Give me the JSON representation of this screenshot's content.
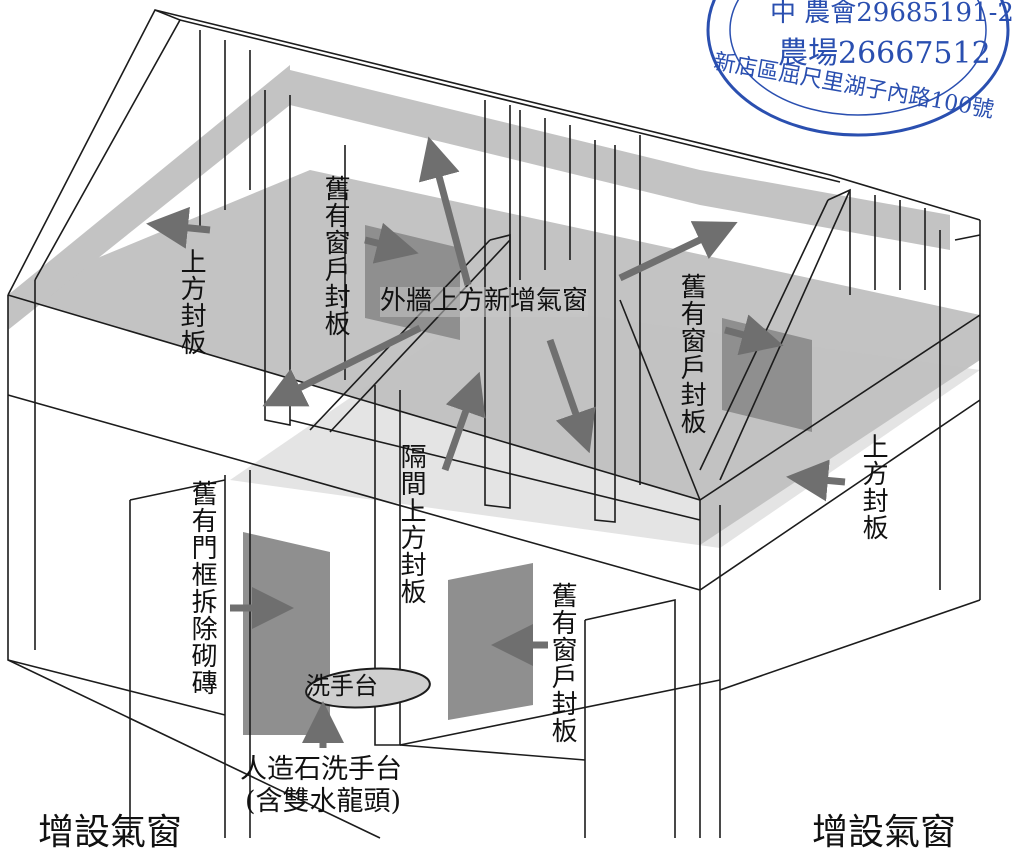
{
  "labels": {
    "top_cover_left": "上方封板",
    "old_window_left": "舊有窗戶封板",
    "new_vent": "外牆上方新增氣窗",
    "old_window_right": "舊有窗戶封板",
    "top_cover_right": "上方封板",
    "old_door": "舊有門框拆除砌磚",
    "partition_cover": "隔間上方封板",
    "old_window_center": "舊有窗戶封板",
    "sink_small": "洗手台",
    "sink_caption_1": "人造石洗手台",
    "sink_caption_2": "(含雙水龍頭)",
    "bottom_left": "增設氣窗",
    "bottom_right": "增設氣窗"
  },
  "stamp": {
    "line1": "中 農會29685191-2",
    "line2": "農場26667512",
    "ring_text": "新店區屈尺里湖子內路100號"
  },
  "colors": {
    "line": "#1c1c1c",
    "panel_fill": "#b9b9b9",
    "dark_panel": "#8f8f8f",
    "arrow": "#6f6f6f",
    "stamp": "#2a4fb0"
  }
}
